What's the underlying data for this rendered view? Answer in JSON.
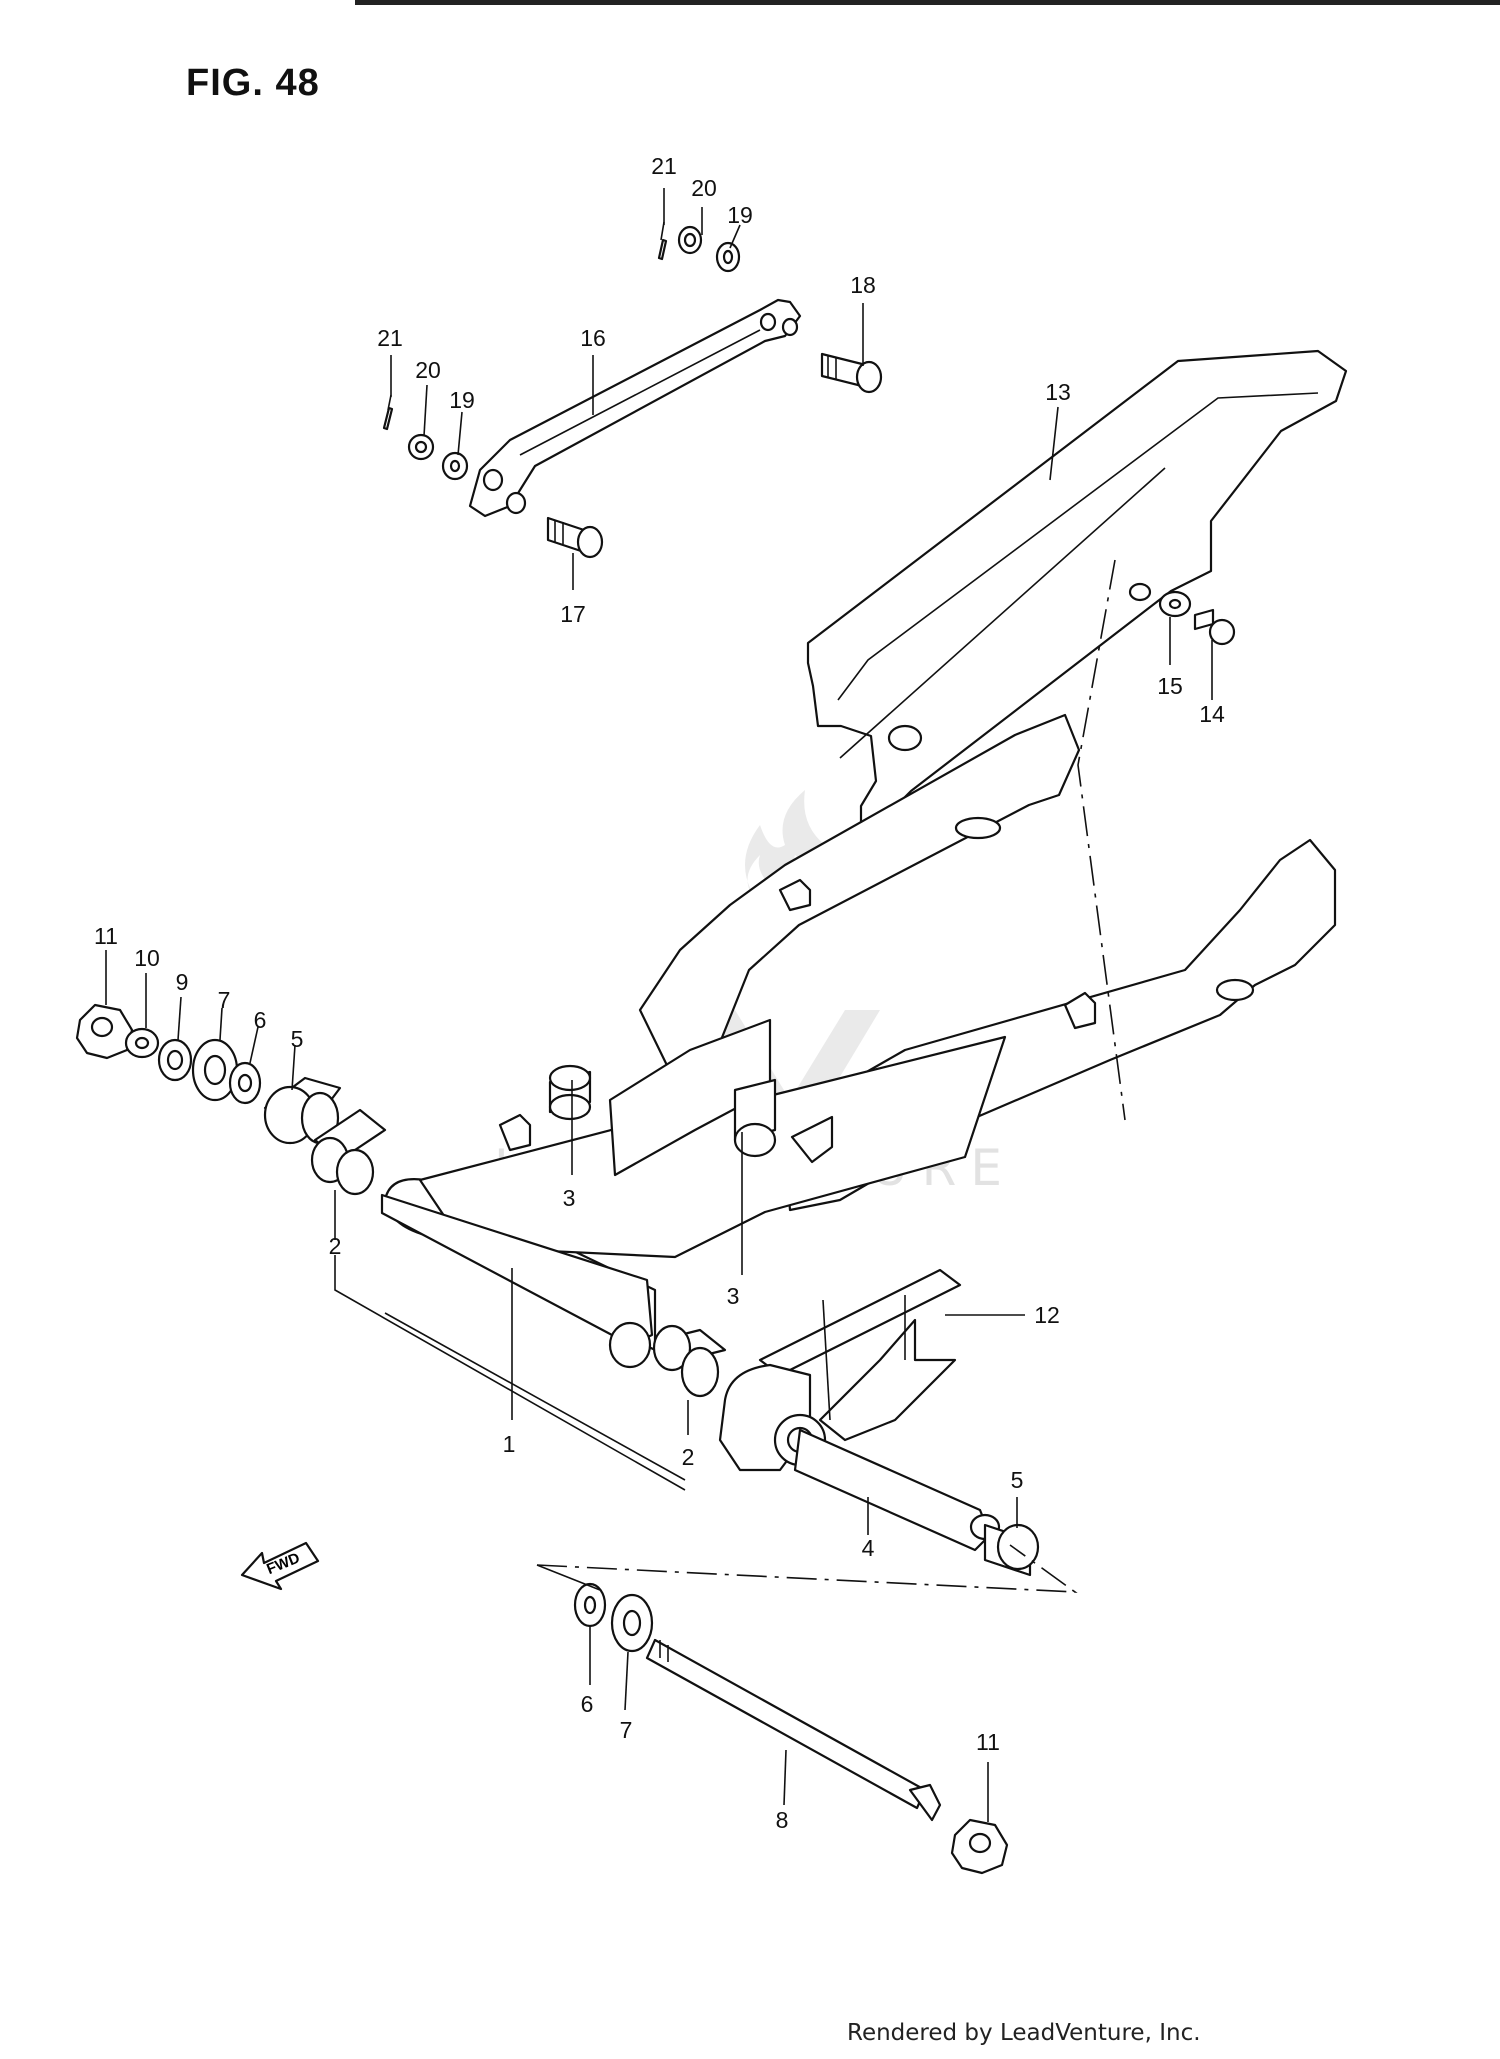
{
  "figure": {
    "title": "FIG. 48"
  },
  "footer": {
    "text": "Rendered by LeadVenture, Inc."
  },
  "watermark": {
    "text": "LEADVENTURE"
  },
  "fwd_arrow": {
    "label": "FWD"
  },
  "callouts": [
    {
      "id": "c21a",
      "label": "21"
    },
    {
      "id": "c20a",
      "label": "20"
    },
    {
      "id": "c19a",
      "label": "19"
    },
    {
      "id": "c18",
      "label": "18"
    },
    {
      "id": "c21b",
      "label": "21"
    },
    {
      "id": "c20b",
      "label": "20"
    },
    {
      "id": "c19b",
      "label": "19"
    },
    {
      "id": "c16",
      "label": "16"
    },
    {
      "id": "c17",
      "label": "17"
    },
    {
      "id": "c13",
      "label": "13"
    },
    {
      "id": "c15",
      "label": "15"
    },
    {
      "id": "c14",
      "label": "14"
    },
    {
      "id": "c11a",
      "label": "11"
    },
    {
      "id": "c10",
      "label": "10"
    },
    {
      "id": "c9",
      "label": "9"
    },
    {
      "id": "c7a",
      "label": "7"
    },
    {
      "id": "c6a",
      "label": "6"
    },
    {
      "id": "c5a",
      "label": "5"
    },
    {
      "id": "c3a",
      "label": "3"
    },
    {
      "id": "c3b",
      "label": "3"
    },
    {
      "id": "c2a",
      "label": "2"
    },
    {
      "id": "c12",
      "label": "12"
    },
    {
      "id": "c1",
      "label": "1"
    },
    {
      "id": "c2b",
      "label": "2"
    },
    {
      "id": "c5b",
      "label": "5"
    },
    {
      "id": "c4",
      "label": "4"
    },
    {
      "id": "c6b",
      "label": "6"
    },
    {
      "id": "c7b",
      "label": "7"
    },
    {
      "id": "c8",
      "label": "8"
    },
    {
      "id": "c11b",
      "label": "11"
    }
  ]
}
